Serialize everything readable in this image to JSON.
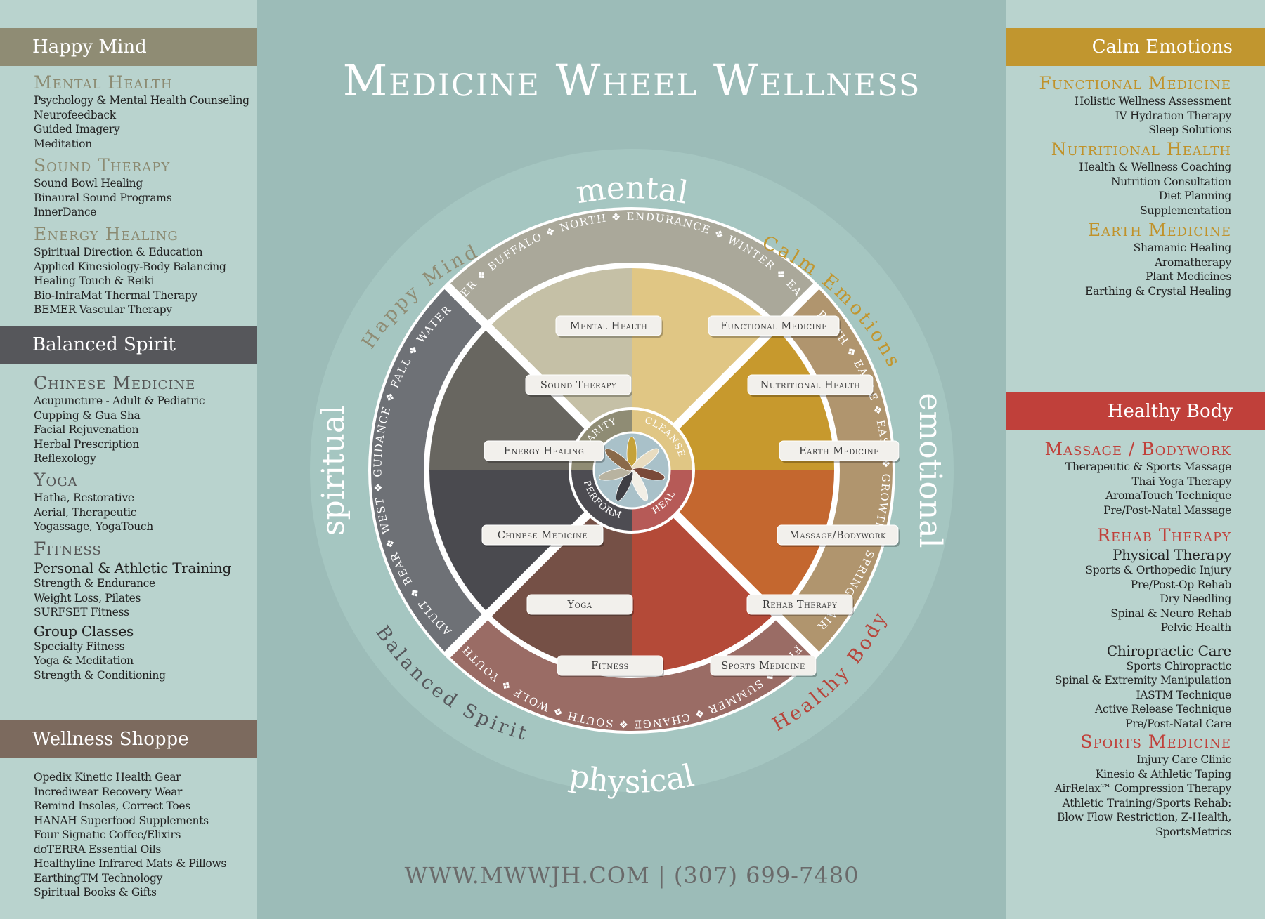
{
  "title": "Medicine Wheel Wellness",
  "footer": "WWW.MWWJH.COM | (307) 699-7480",
  "colors": {
    "background": "#9cbcb8",
    "happy_mind": "#8f8c74",
    "balanced_spirit": "#56575b",
    "wellness_shoppe": "#7c6a5e",
    "calm_emotions": "#c1962f",
    "healthy_body": "#c0403a"
  },
  "left": {
    "happy_mind": {
      "header": "Happy Mind",
      "sections": [
        {
          "title": "Mental Health",
          "items": [
            "Psychology & Mental Health Counseling",
            "Neurofeedback",
            "Guided Imagery",
            "Meditation"
          ]
        },
        {
          "title": "Sound Therapy",
          "items": [
            "Sound Bowl Healing",
            "Binaural Sound Programs",
            "InnerDance"
          ]
        },
        {
          "title": "Energy Healing",
          "items": [
            "Spiritual Direction & Education",
            "Applied Kinesiology-Body Balancing",
            "Healing Touch & Reiki",
            "Bio-InfraMat Thermal Therapy",
            "BEMER Vascular Therapy"
          ]
        }
      ]
    },
    "balanced_spirit": {
      "header": "Balanced Spirit",
      "sections": [
        {
          "title": "Chinese Medicine",
          "items": [
            "Acupuncture - Adult & Pediatric",
            "Cupping & Gua Sha",
            "Facial Rejuvenation",
            "Herbal Prescription",
            "Reflexology"
          ]
        },
        {
          "title": "Yoga",
          "items": [
            "Hatha, Restorative",
            "Aerial, Therapeutic",
            "Yogassage, YogaTouch"
          ]
        },
        {
          "title": "Fitness",
          "sub1": "Personal & Athletic Training",
          "items1": [
            "Strength & Endurance",
            "Weight Loss, Pilates",
            "SURFSET Fitness"
          ],
          "sub2": "Group Classes",
          "items2": [
            "Specialty Fitness",
            "Yoga & Meditation",
            "Strength & Conditioning"
          ]
        }
      ]
    },
    "wellness_shoppe": {
      "header": "Wellness Shoppe",
      "items": [
        "Opedix Kinetic Health Gear",
        "Incrediwear Recovery Wear",
        "Remind Insoles, Correct Toes",
        "HANAH Superfood Supplements",
        "Four Signatic Coffee/Elixirs",
        "doTERRA Essential Oils",
        "Healthyline Infrared Mats & Pillows",
        "EarthingTM Technology",
        "Spiritual Books & Gifts"
      ]
    }
  },
  "right": {
    "calm_emotions": {
      "header": "Calm Emotions",
      "sections": [
        {
          "title": "Functional Medicine",
          "items": [
            "Holistic Wellness Assessment",
            "IV Hydration Therapy",
            "Sleep Solutions"
          ]
        },
        {
          "title": "Nutritional Health",
          "items": [
            "Health & Wellness Coaching",
            "Nutrition Consultation",
            "Diet Planning",
            "Supplementation"
          ]
        },
        {
          "title": "Earth Medicine",
          "items": [
            "Shamanic Healing",
            "Aromatherapy",
            "Plant Medicines",
            "Earthing & Crystal Healing"
          ]
        }
      ]
    },
    "healthy_body": {
      "header": "Healthy Body",
      "sections": [
        {
          "title": "Massage / Bodywork",
          "items": [
            "Therapeutic & Sports Massage",
            "Thai Yoga Therapy",
            "AromaTouch Technique",
            "Pre/Post-Natal Massage"
          ]
        },
        {
          "title": "Rehab Therapy",
          "sub1": "Physical Therapy",
          "items1": [
            "Sports & Orthopedic Injury",
            "Pre/Post-Op Rehab",
            "Dry Needling",
            "Spinal & Neuro Rehab",
            "Pelvic Health"
          ],
          "sub2": "Chiropractic Care",
          "items2": [
            "Sports Chiropractic",
            "Spinal & Extremity Manipulation",
            "IASTM Technique",
            "Active Release Technique",
            "Pre/Post-Natal Care"
          ]
        },
        {
          "title": "Sports Medicine",
          "items": [
            "Injury Care Clinic",
            "Kinesio & Athletic Taping",
            "AirRelax™ Compression Therapy",
            "Athletic Training/Sports Rehab:",
            "Blow Flow Restriction, Z-Health,",
            "SportsMetrics"
          ]
        }
      ]
    }
  },
  "wheel": {
    "directions": {
      "top": "mental",
      "right": "emotional",
      "bottom": "physical",
      "left": "spiritual"
    },
    "quadrant_labels": [
      "Happy Mind",
      "Calm Emotions",
      "Healthy Body",
      "Balanced Spirit"
    ],
    "ring_labels": {
      "top": [
        "Elder",
        "Buffalo",
        "North",
        "Endurance",
        "Winter",
        "Earth"
      ],
      "right": [
        "Birth",
        "Eagle",
        "East",
        "Growth",
        "Spring",
        "Air"
      ],
      "bottom": [
        "Fire",
        "Summer",
        "Change",
        "South",
        "Wolf",
        "Youth"
      ],
      "left": [
        "Adult",
        "Bear",
        "West",
        "Guidance",
        "Fall",
        "Water"
      ]
    },
    "segments": [
      {
        "label": "Mental Health",
        "color": "#c5c0a6"
      },
      {
        "label": "Functional Medicine",
        "color": "#e0c684"
      },
      {
        "label": "Sound Therapy",
        "color": "#999786"
      },
      {
        "label": "Nutritional Health",
        "color": "#c7992d"
      },
      {
        "label": "Energy Healing",
        "color": "#686660"
      },
      {
        "label": "Earth Medicine",
        "color": "#c9962e"
      },
      {
        "label": "Chinese Medicine",
        "color": "#4a4a4f"
      },
      {
        "label": "Massage/Bodywork",
        "color": "#c4672f"
      },
      {
        "label": "Yoga",
        "color": "#5e4e4a"
      },
      {
        "label": "Rehab Therapy",
        "color": "#b44a38"
      },
      {
        "label": "Fitness",
        "color": "#755046"
      },
      {
        "label": "Sports Medicine",
        "color": "#ae4136"
      }
    ],
    "center_labels": [
      "Clarity",
      "Cleanse",
      "Heal",
      "Perform"
    ]
  }
}
